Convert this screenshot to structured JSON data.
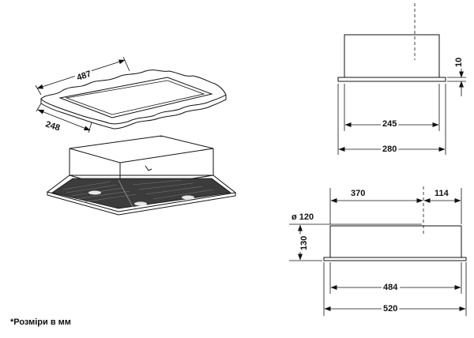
{
  "perspective": {
    "frame_length": "487",
    "frame_width": "248"
  },
  "side_view": {
    "flange_thickness": "10",
    "inner_width": "245",
    "outer_width": "280"
  },
  "front_view": {
    "length_to_duct": "370",
    "duct_to_end": "114",
    "duct_diameter_label": "ø  120",
    "body_height": "130",
    "inner_length": "484",
    "outer_length": "520"
  },
  "footnote": "*Розміри в мм"
}
